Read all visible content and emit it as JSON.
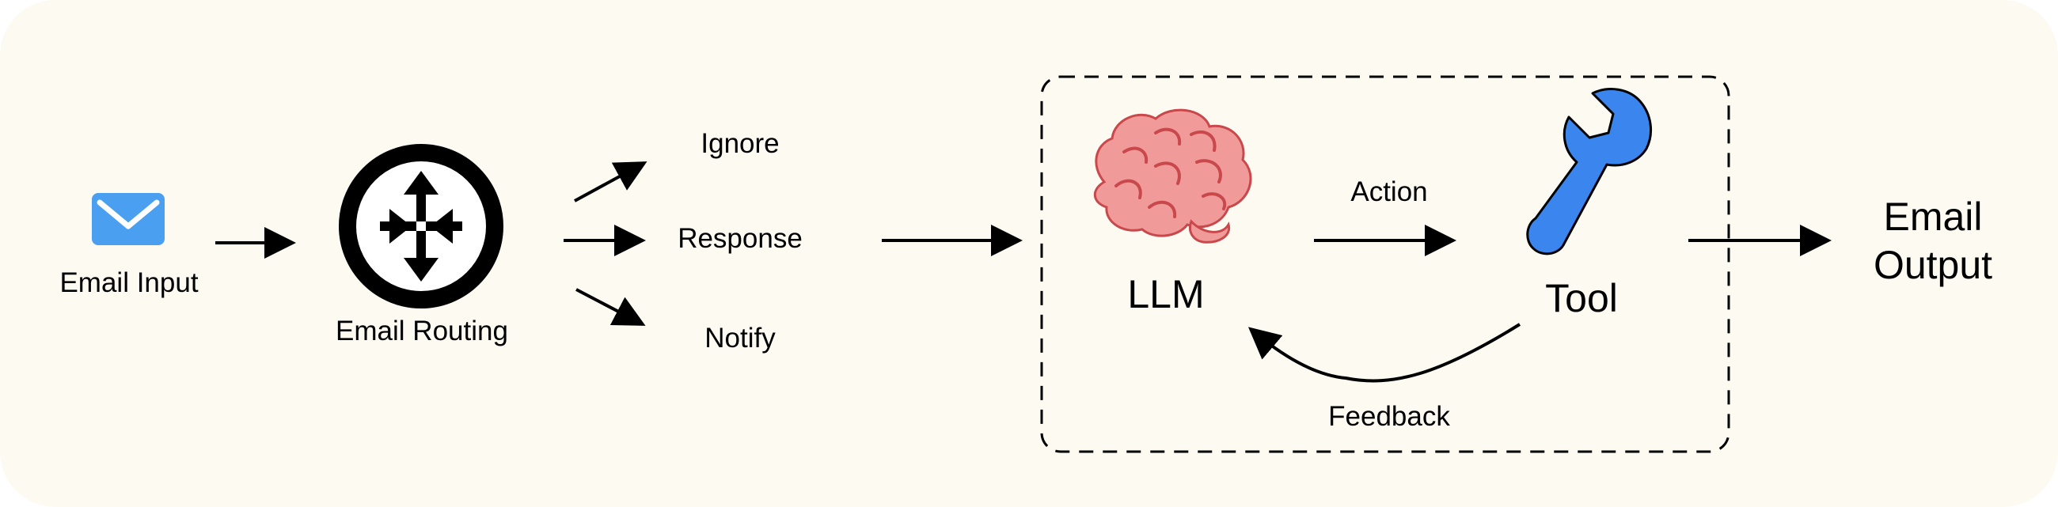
{
  "colors": {
    "background": "#fdfaf2",
    "ink": "#000000",
    "email_icon": "#4a9ff0",
    "brain": "#f19a9a",
    "brain_outline": "#c9484c",
    "wrench": "#3a85ee"
  },
  "icons": {
    "input": "envelope-icon",
    "router": "router-icon",
    "llm": "brain-icon",
    "tool": "wrench-icon"
  },
  "nodes": {
    "email_input": "Email Input",
    "email_routing": "Email Routing",
    "llm": "LLM",
    "tool": "Tool",
    "email_output": "Email\nOutput"
  },
  "routes": [
    "Ignore",
    "Response",
    "Notify"
  ],
  "edges": {
    "action": "Action",
    "feedback": "Feedback"
  }
}
